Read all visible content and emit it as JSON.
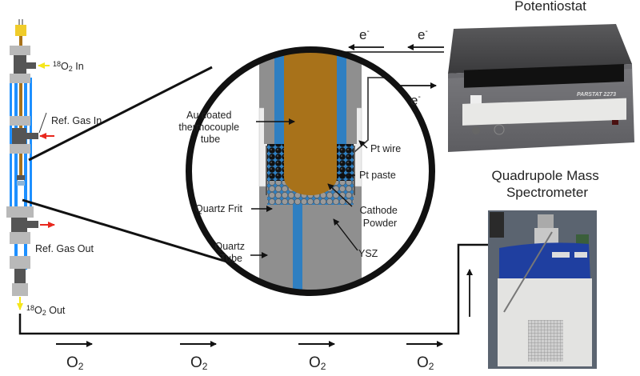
{
  "reactor": {
    "o2_in": {
      "sup": "18",
      "main": "O",
      "sub": "2",
      "suffix": " In"
    },
    "ref_gas_in": "Ref. Gas In",
    "ref_gas_out": "Ref. Gas Out",
    "o2_out": {
      "sup": "18",
      "main": "O",
      "sub": "2",
      "suffix": " Out"
    }
  },
  "inset": {
    "au_tube": [
      "Au coated",
      "thermocouple",
      "tube"
    ],
    "quartz_frit": "Quartz Frit",
    "quartz_tube": [
      "Quartz",
      "Tube"
    ],
    "pt_wire": "Pt wire",
    "pt_paste": "Pt paste",
    "cathode_powder": [
      "Cathode",
      "Powder"
    ],
    "ysz": "YSZ"
  },
  "electrons": {
    "symbol": "e",
    "charge": "-"
  },
  "potentiostat": {
    "title": "Potentiostat",
    "model": "PARSTAT 2273"
  },
  "mass_spec": {
    "title": [
      "Quadrupole Mass",
      "Spectrometer"
    ]
  },
  "flow": {
    "label_main": "O",
    "label_sub": "2",
    "count": 4
  },
  "colors": {
    "blue": "#2f7fc1",
    "bright_blue": "#1e90ff",
    "gold": "#a8721a",
    "gray": "#8f8f8f",
    "light_gray": "#b9b9b9",
    "dark_gray": "#555555",
    "yellow": "#f5e61a",
    "red": "#e8281e"
  }
}
